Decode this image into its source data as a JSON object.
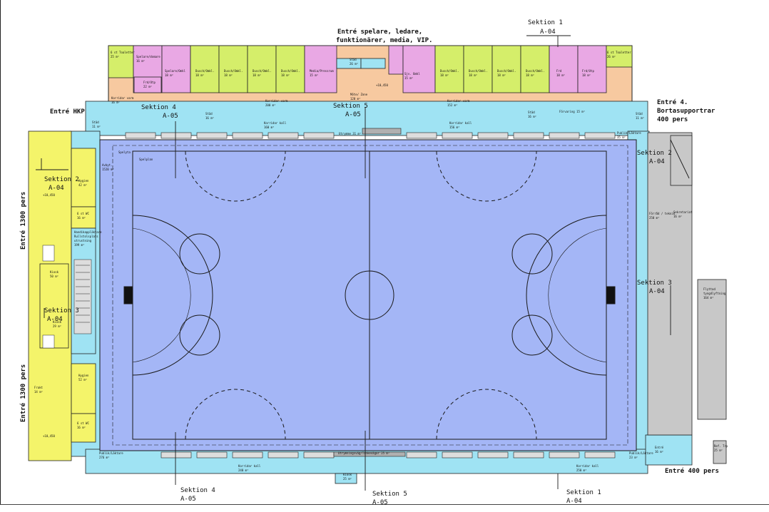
{
  "colors": {
    "corridor_peach": "#f7c9a0",
    "room_green": "#d5ee6a",
    "room_pink": "#e9a8e4",
    "walkway_cyan": "#9fe3f3",
    "court_blue": "#a4b6f6",
    "stand_yellow": "#f4f46a",
    "stand_gray": "#c8c8c8",
    "line_dark": "#1a1a1a"
  },
  "entrances": {
    "top": [
      "Entré spelare, ledare,",
      "funktionärer, media, VIP."
    ],
    "hkp": "Entré HKP",
    "right_top": [
      "Entré 4.",
      "Bortasupportrar",
      "400 pers"
    ],
    "left_top": "Entré 1300 pers",
    "left_bottom": "Entré 1300 pers",
    "bottom_right": "Entré 400 pers"
  },
  "sections": {
    "top_right": [
      "Sektion 1",
      "A-04"
    ],
    "top_left": [
      "Sektion 4",
      "A-05"
    ],
    "top_mid": [
      "Sektion 5",
      "A-05"
    ],
    "left_top": [
      "Sektion 2",
      "A-04"
    ],
    "left_mid": [
      "Sektion 3",
      "A-04"
    ],
    "right_top": [
      "Sektion 2",
      "A-04"
    ],
    "right_mid": [
      "Sektion 3",
      "A-04"
    ],
    "bottom_left": [
      "Sektion 4",
      "A-05"
    ],
    "bottom_mid": [
      "Sektion 5",
      "A-05"
    ],
    "bottom_right": [
      "Sektion 1",
      "A-04"
    ]
  },
  "rooms": {
    "top_row": [
      [
        "Spelare/domare",
        "16 m²"
      ],
      [
        "Spelare/Omkl",
        "18 m²"
      ],
      [
        "Dusch/Omkl.",
        "18 m²"
      ],
      [
        "Dusch/Omkl.",
        "18 m²"
      ],
      [
        "Dusch/Omkl.",
        "18 m²"
      ],
      [
        "Dusch/Omkl.",
        "18 m²"
      ],
      [
        "Media/Pressrum",
        "15 m²"
      ],
      [
        "Dusch/Omkl.",
        "18 m²"
      ],
      [
        "Dusch/Omkl.",
        "18 m²"
      ],
      [
        "Dusch/Omkl.",
        "18 m²"
      ],
      [
        "Dusch/Omkl.",
        "18 m²"
      ],
      [
        "Frd",
        "18 m²"
      ],
      [
        "Frd/Utp",
        "18 m²"
      ]
    ],
    "hc_toilet_left": [
      "6 st Toaletter",
      "25 m²"
    ],
    "hc_toilet_right": [
      "6 st Toaletter",
      "26 m²"
    ],
    "frd_left": [
      "Frd/Utp",
      "22 m²"
    ],
    "sjv": [
      "Sjv. Omkl",
      "15 m²"
    ],
    "vip": [
      "Möte/ Zone",
      "120 m²"
    ],
    "corr_left": [
      "Korridor varm",
      "200 m²"
    ],
    "corr_right": [
      "Korridor varm",
      "152 m²"
    ],
    "korr_varm_small": [
      "Korridor varm",
      "16 m²"
    ],
    "stad_top": [
      "Städ",
      "26 m²"
    ],
    "stad_mid": [
      "Städ",
      "16 m²"
    ],
    "stad_r": [
      "Städ",
      "16 m²"
    ],
    "stad_tl": [
      "Städ",
      "11 m²"
    ],
    "stad_tr": [
      "Städ",
      "11 m²"
    ],
    "forrad": "Förvaring 15 m²",
    "korr_kall_top": [
      "Korridor kall",
      "160 m²"
    ],
    "korr_kall_top_r": [
      "Korridor kall",
      "156 m²"
    ],
    "korr_kall_bot": [
      "Korridor kall",
      "240 m²"
    ],
    "korr_kall_bot_r": [
      "Korridor kall",
      "250 m²"
    ],
    "utr_top": "Utrymme 31 m²",
    "utr_bot": "Utrymningsväg/Tankevägar 25 m²",
    "pub_tl": [
      "Publik/Läktare",
      "35 m²"
    ],
    "pub_tr": [
      "Publik/Läktare",
      "28 m²"
    ],
    "pub_bl": [
      "Publik/Läktare",
      "276 m²"
    ],
    "pub_br": [
      "Publik/Läktare",
      "23 m²"
    ],
    "spelyta": "Spelyta",
    "spelplan": "Spelplan",
    "avbytare": [
      "Avbyt.",
      "1520 m²"
    ],
    "kiosk": [
      "Kiosk",
      "50 m²"
    ],
    "kiosk_small": [
      "Kiosk",
      "29 m²"
    ],
    "kiosk_bottom": [
      "Kiosk",
      "25 m²"
    ],
    "wc_left_1": [
      "6 st WC",
      "16 m²"
    ],
    "wc_left_2": [
      "6 st WC",
      "16 m²"
    ],
    "hygien_1": [
      "Hygien",
      "42 m²"
    ],
    "hygien_2": [
      "Hygien",
      "52 m²"
    ],
    "hcp": [
      "Handikappläktare",
      "Rullstolsplats",
      "utrustning",
      "199 m²"
    ],
    "forrad_right": [
      "Förråd / teknik",
      "250 m²"
    ],
    "sekr": [
      "Sekretariat",
      "16 m²"
    ],
    "entre_box": [
      "Entré",
      "16 m²"
    ],
    "bana": [
      "Flyttad",
      "tyngdlyftning",
      "164 m²"
    ],
    "sm_box": [
      "Ref. Trp",
      "25 m²"
    ],
    "fraqa": [
      "Frakt",
      "14 m²"
    ],
    "plus": "+10,450"
  }
}
